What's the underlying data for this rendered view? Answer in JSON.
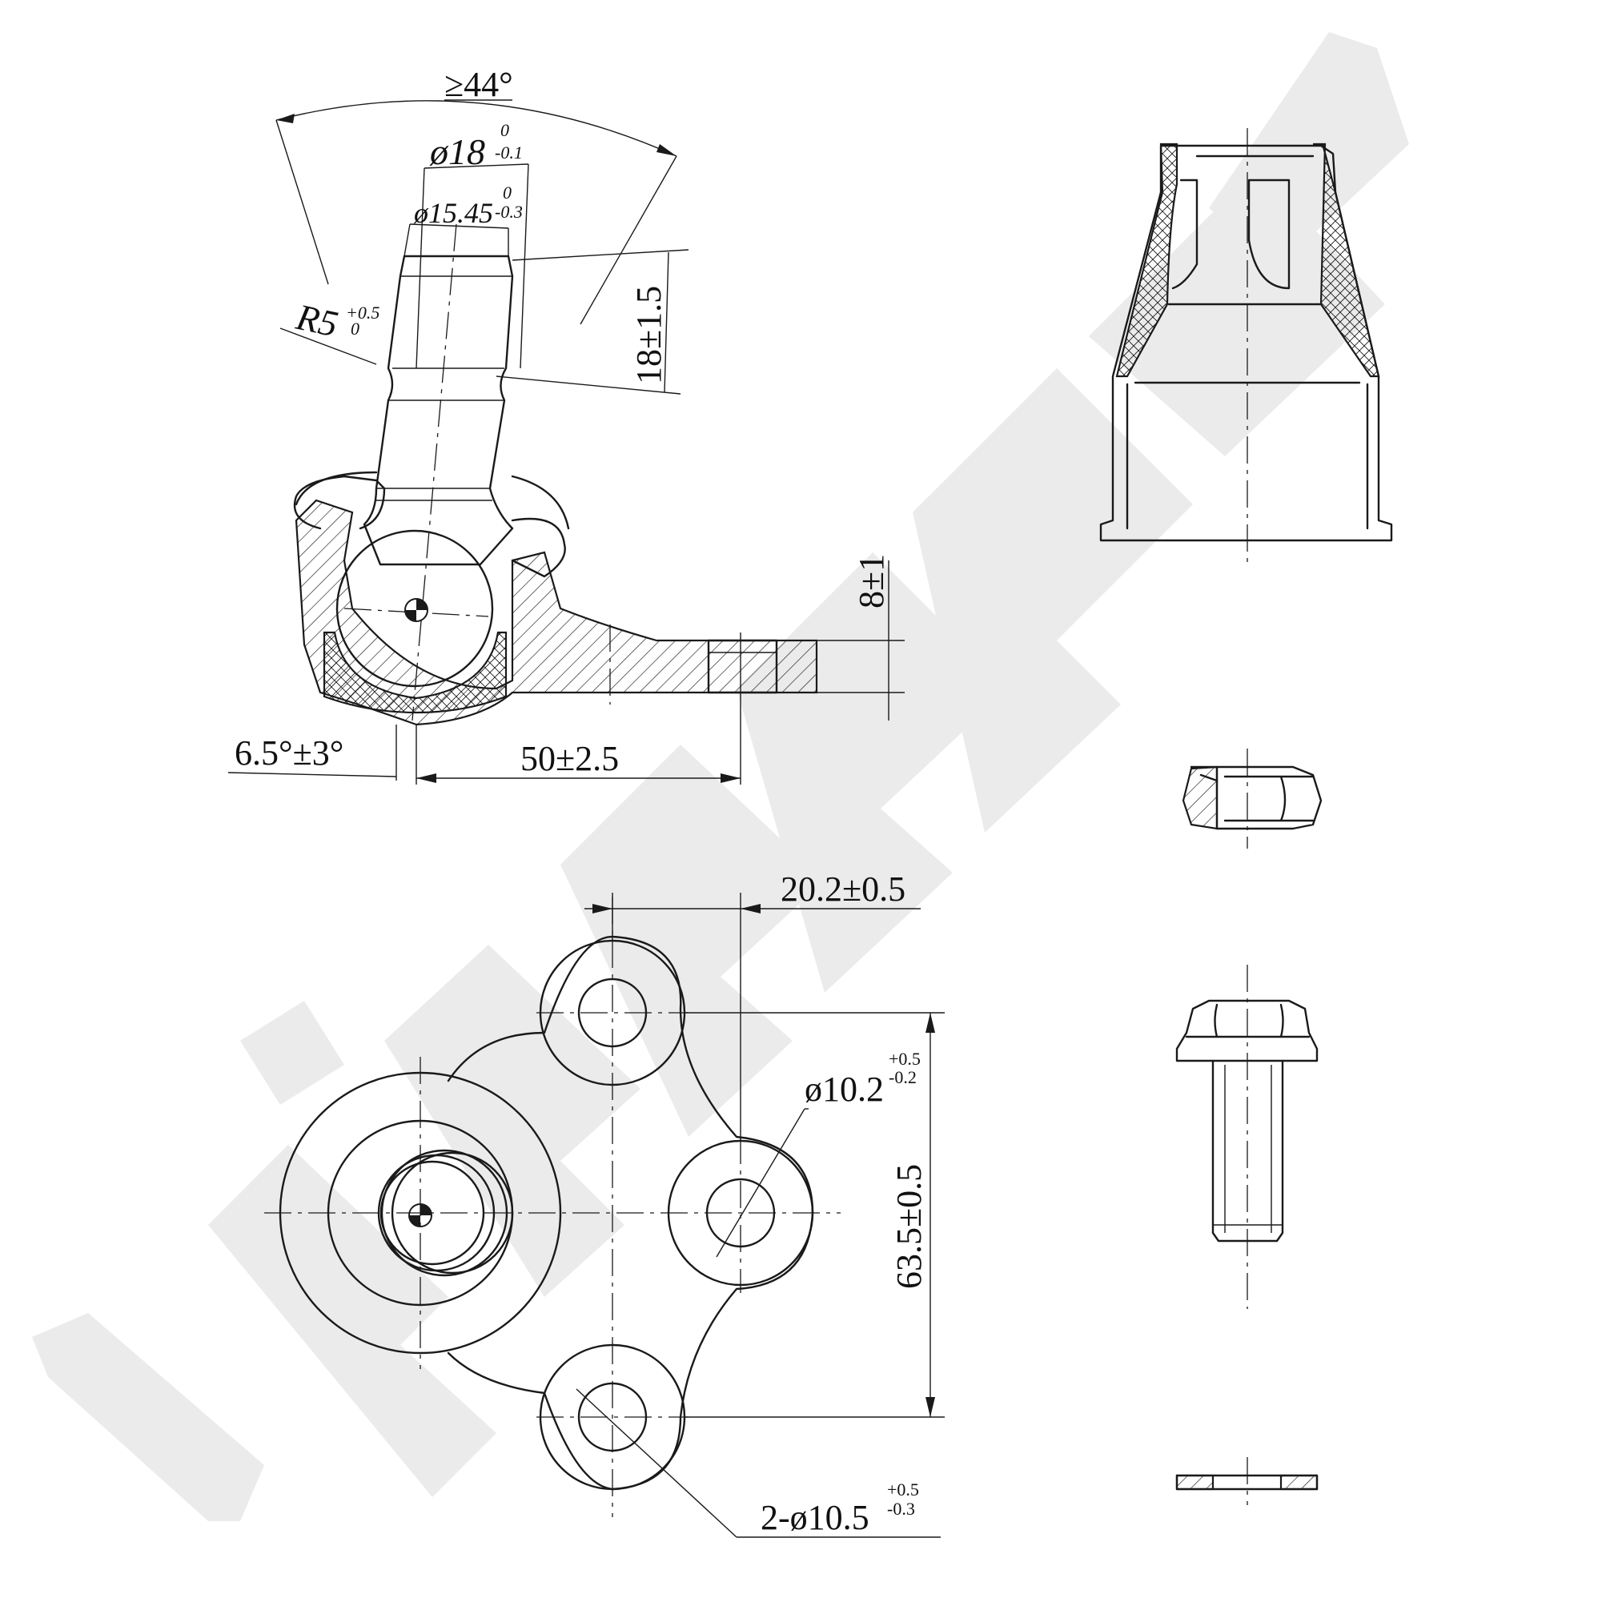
{
  "brand_color": "#ebebeb",
  "line_color": "#1a1a1a",
  "dimensions": {
    "angle_min": "≥44°",
    "stud_dia": {
      "value": "ø18",
      "upper": "0",
      "lower": "-0.1"
    },
    "thread_dia": {
      "value": "ø15.45",
      "upper": "0",
      "lower": "-0.3"
    },
    "radius": {
      "value": "R5",
      "upper": "+0.5",
      "lower": "0"
    },
    "thread_length": "18±1.5",
    "flange_thickness": "8±1",
    "tilt_angle": "6.5°±3°",
    "offset": "50±2.5",
    "hole_spacing_x": "20.2±0.5",
    "center_hole_dia": {
      "value": "ø10.2",
      "upper": "+0.5",
      "lower": "-0.2"
    },
    "hole_spacing_y": "63.5±0.5",
    "side_holes_dia": {
      "value": "2-ø10.5",
      "upper": "+0.5",
      "lower": "-0.3"
    }
  },
  "icons": [
    "ball-joint-section-view",
    "ball-joint-top-view",
    "dust-boot-view",
    "lock-nut-view",
    "flange-bolt-view",
    "washer-view",
    "brand-watermark-icon"
  ]
}
